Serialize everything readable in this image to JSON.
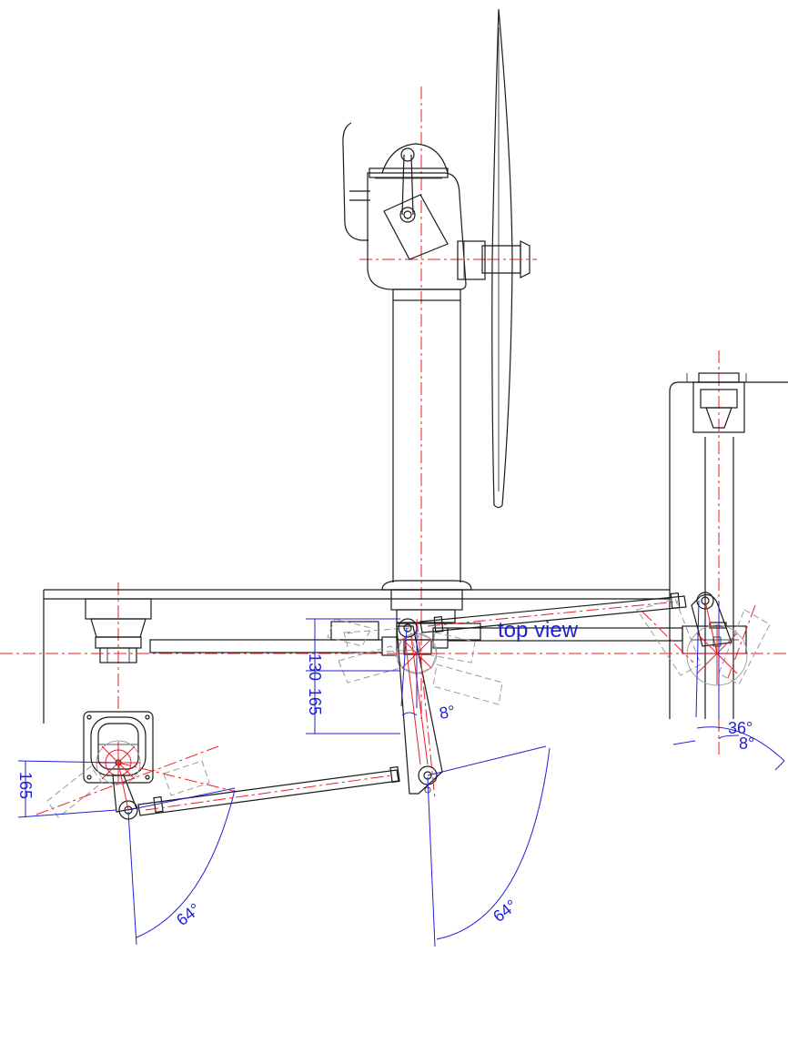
{
  "view_label": "top view",
  "dimensions": {
    "angle_36": "36°",
    "angle_8_right": "8°",
    "angle_8_center": "8°",
    "len_130": "130",
    "len_165_center": "165",
    "len_165_left": "165",
    "angle_64_left": "64°",
    "angle_64_right": "64°"
  },
  "colors": {
    "outline": "#1a1a1a",
    "centerline": "#e8202a",
    "dimension": "#1f1fd6",
    "ghost": "#9a9a9a"
  }
}
